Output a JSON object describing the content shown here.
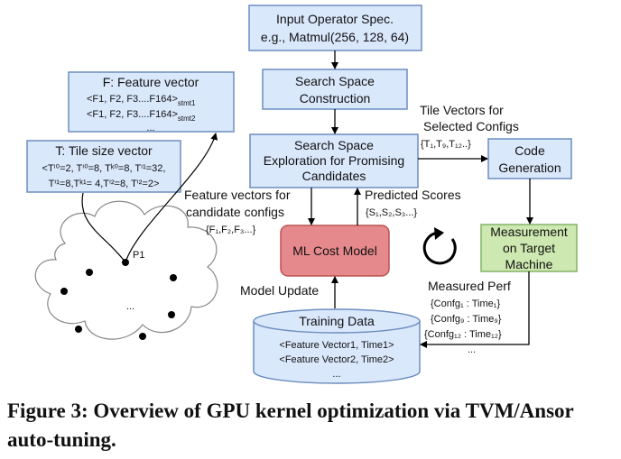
{
  "colors": {
    "box_fill": "#dae8fc",
    "box_stroke": "#6c8ebf",
    "ml_fill": "#e6898c",
    "ml_stroke": "#b85450",
    "measure_fill": "#cde8b0",
    "measure_stroke": "#82b366",
    "arrow": "#000000"
  },
  "input_spec": {
    "line1": "Input Operator Spec.",
    "line2": "e.g., Matmul(256, 128, 64)"
  },
  "search_space": {
    "line1": "Search Space",
    "line2": "Construction"
  },
  "exploration": {
    "line1": "Search Space",
    "line2": "Exploration for Promising",
    "line3": "Candidates"
  },
  "code_gen": {
    "line1": "Code",
    "line2": "Generation"
  },
  "measurement": {
    "line1": "Measurement",
    "line2": "on Target",
    "line3": "Machine"
  },
  "ml_model": {
    "label": "ML Cost Model"
  },
  "training_data": {
    "title": "Training Data",
    "row1": "<Feature Vector1, Time1>",
    "row2": "<Feature Vector2, Time2>",
    "row3": "..."
  },
  "feature_box": {
    "title": "F: Feature vector",
    "row1": "<F1, F2, F3....F164>",
    "row1_sub": "stmt1",
    "row2": "<F1, F2, F3....F164>",
    "row2_sub": "stmt2",
    "row3": "..."
  },
  "tile_box": {
    "title": "T: Tile size vector",
    "line1": "<Tⁱ⁰=2, Tⁱ⁰=8, Tᵏ⁰=8, Tⁱ¹=32,",
    "line2": "Tⁱ¹=8,Tᵏ¹= 4,Tⁱ²=8, Tⁱ²=2>"
  },
  "labels": {
    "tile_vectors_1": "Tile Vectors for",
    "tile_vectors_2": "Selected Configs",
    "tile_vectors_3": "{T₁,T₉,T₁₂..}",
    "feature_vectors_1": "Feature vectors for",
    "feature_vectors_2": "candidate configs",
    "feature_vectors_3": "{F₁,F₂,F₃...}",
    "predicted_1": "Predicted Scores",
    "predicted_2": "{S₁,S₂,S₃...}",
    "model_update": "Model Update",
    "measured_perf": "Measured Perf",
    "conf1": "{Confg₁ : Time₁}",
    "conf9": "{Confg₉ : Time₉}",
    "conf12": "{Confg₁₂ : Time₁₂}",
    "conf_more": "...",
    "p1": "P1",
    "cloud_dots": "..."
  },
  "caption": "Figure 3: Overview of GPU kernel optimization via TVM/Ansor auto-tuning."
}
